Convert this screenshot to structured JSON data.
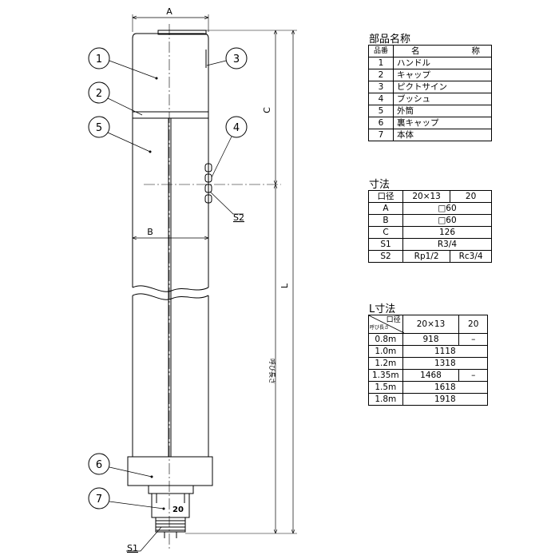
{
  "drawing": {
    "dim_a": "A",
    "dim_b": "B",
    "dim_c": "C",
    "dim_l": "L",
    "nominal_length_label": "呼び長さ",
    "s1_label": "S1",
    "s2_label": "S2",
    "body_marking": "20",
    "balloons": [
      "1",
      "2",
      "3",
      "4",
      "5",
      "6",
      "7"
    ]
  },
  "parts": {
    "title": "部品名称",
    "header": {
      "no": "品番",
      "name": "名",
      "name2": "称"
    },
    "rows": [
      {
        "no": "1",
        "name": "ハンドル"
      },
      {
        "no": "2",
        "name": "キャップ"
      },
      {
        "no": "3",
        "name": "ピクトサイン"
      },
      {
        "no": "4",
        "name": "ブッシュ"
      },
      {
        "no": "5",
        "name": "外筒"
      },
      {
        "no": "6",
        "name": "裏キャップ"
      },
      {
        "no": "7",
        "name": "本体"
      }
    ]
  },
  "dims": {
    "title": "寸法",
    "header": [
      "口径",
      "20×13",
      "20"
    ],
    "rows": [
      {
        "label": "A",
        "value": "□60"
      },
      {
        "label": "B",
        "value": "□60"
      },
      {
        "label": "C",
        "value": "126"
      },
      {
        "label": "S1",
        "value": "R3/4"
      }
    ],
    "s2": {
      "label": "S2",
      "v1": "Rp1/2",
      "v2": "Rc3/4"
    }
  },
  "lengths": {
    "title": "L寸法",
    "corner_top": "口径",
    "corner_bottom": "呼び長さ",
    "header": [
      "20×13",
      "20"
    ],
    "rows": [
      {
        "len": "0.8m",
        "v1": "918",
        "v2": "–"
      },
      {
        "len": "1.0m",
        "span": "1118"
      },
      {
        "len": "1.2m",
        "span": "1318"
      },
      {
        "len": "1.35m",
        "v1": "1468",
        "v2": "–"
      },
      {
        "len": "1.5m",
        "span": "1618"
      },
      {
        "len": "1.8m",
        "span": "1918"
      }
    ]
  }
}
